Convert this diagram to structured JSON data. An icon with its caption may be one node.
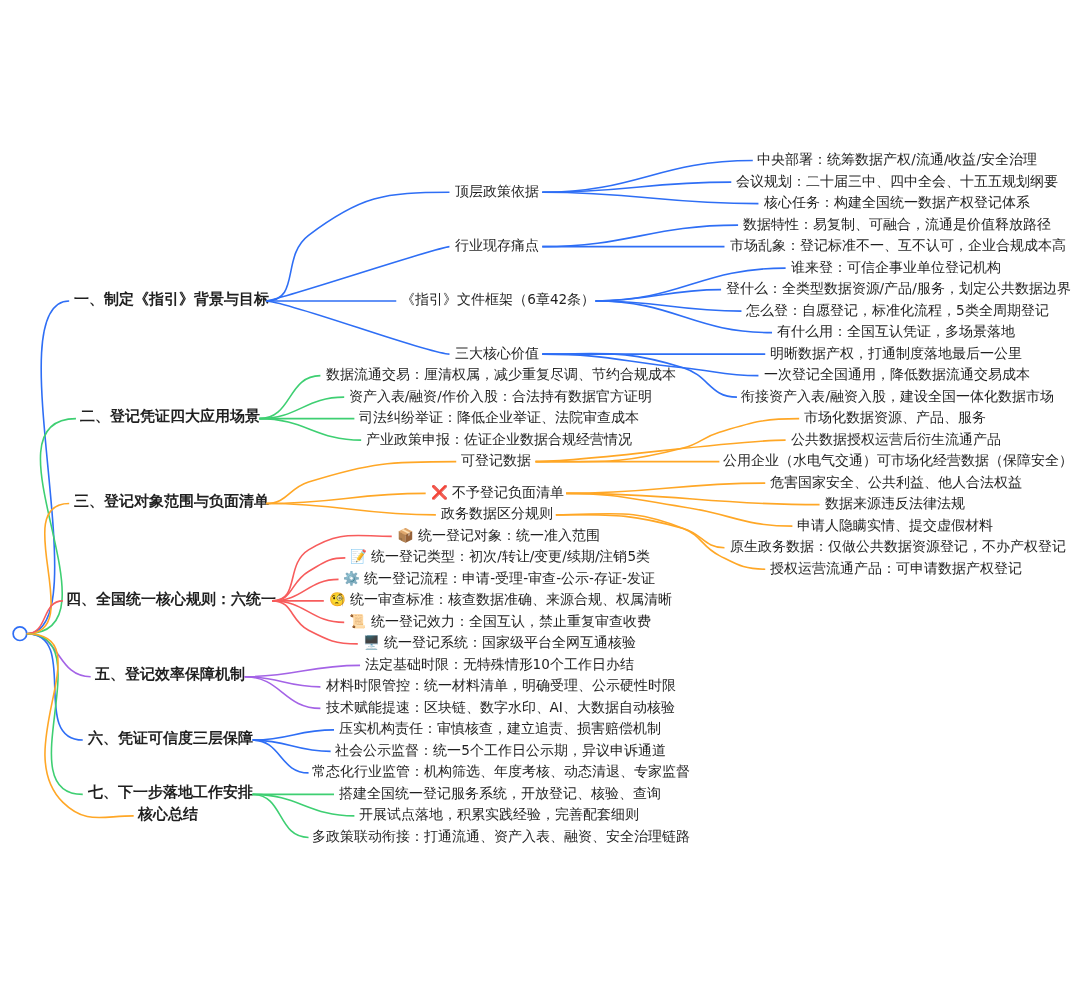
{
  "diagram": {
    "nodes": [
      {
        "text": [],
        "shape": "circle"
      },
      {
        "text": [
          "一、制定《指引》背景与目标"
        ]
      },
      {
        "text": [
          "顶层政策依据"
        ]
      },
      {
        "text": [
          "中央部署：统筹数据产权/流通/收益/安全治理"
        ]
      },
      {
        "text": [
          "会议规划：二十届三中、四中全会、十五五规划纲要"
        ]
      },
      {
        "text": [
          "核心任务：构建全国统一数据产权登记体系"
        ]
      },
      {
        "text": [
          "行业现存痛点"
        ]
      },
      {
        "text": [
          "数据特性：易复制、可融合，流通是价值释放路径"
        ]
      },
      {
        "text": [
          "市场乱象：登记标准不一、互不认可，企业合规成本高"
        ]
      },
      {
        "text": [
          "《指引》文件框架（6章42条）"
        ]
      },
      {
        "text": [
          "谁来登：可信企事业单位登记机构"
        ]
      },
      {
        "text": [
          "登什么：全类型数据资源/产品/服务，划定公共数据边界"
        ]
      },
      {
        "text": [
          "怎么登：自愿登记，标准化流程，5类全周期登记"
        ]
      },
      {
        "text": [
          "有什么用：全国互认凭证，多场景落地"
        ]
      },
      {
        "text": [
          "三大核心价值"
        ]
      },
      {
        "text": [
          "明晰数据产权，打通制度落地最后一公里"
        ]
      },
      {
        "text": [
          "一次登记全国通用，降低数据流通交易成本"
        ]
      },
      {
        "text": [
          "衔接资产入表/融资入股，建设全国一体化数据市场"
        ]
      },
      {
        "text": [
          "二、登记凭证四大应用场景"
        ]
      },
      {
        "text": [
          "数据流通交易：厘清权属，减少重复尽调、节约合规成本"
        ]
      },
      {
        "text": [
          "资产入表/融资/作价入股：合法持有数据官方证明"
        ]
      },
      {
        "text": [
          "司法纠纷举证：降低企业举证、法院审查成本"
        ]
      },
      {
        "text": [
          "产业政策申报：佐证企业数据合规经营情况"
        ]
      },
      {
        "text": [
          "三、登记对象范围与负面清单"
        ]
      },
      {
        "text": [
          "可登记数据"
        ]
      },
      {
        "text": [
          "市场化数据资源、产品、服务"
        ]
      },
      {
        "text": [
          "公共数据授权运营后衍生流通产品"
        ]
      },
      {
        "text": [
          "公用企业（水电气交通）可市场化经营数据（保障安全）"
        ]
      },
      {
        "text": [
          "❌ 不予登记负面清单"
        ]
      },
      {
        "text": [
          "危害国家安全、公共利益、他人合法权益"
        ]
      },
      {
        "text": [
          "数据来源违反法律法规"
        ]
      },
      {
        "text": [
          "申请人隐瞒实情、提交虚假材料"
        ]
      },
      {
        "text": [
          "政务数据区分规则"
        ]
      },
      {
        "text": [
          "原生政务数据：仅做公共数据资源登记，不办产权登记"
        ]
      },
      {
        "text": [
          "授权运营流通产品：可申请数据产权登记"
        ]
      },
      {
        "text": [
          "四、全国统一核心规则：六统一"
        ]
      },
      {
        "text": [
          "📦 统一登记对象：统一准入范围"
        ]
      },
      {
        "text": [
          "📝 统一登记类型：初次/转让/变更/续期/注销5类"
        ]
      },
      {
        "text": [
          "⚙️ 统一登记流程：申请-受理-审查-公示-存证-发证"
        ]
      },
      {
        "text": [
          "🧐 统一审查标准：核查数据准确、来源合规、权属清晰"
        ]
      },
      {
        "text": [
          "📜 统一登记效力：全国互认，禁止重复审查收费"
        ]
      },
      {
        "text": [
          "🖥️ 统一登记系统：国家级平台全网互通核验"
        ]
      },
      {
        "text": [
          "五、登记效率保障机制"
        ]
      },
      {
        "text": [
          "法定基础时限：无特殊情形10个工作日办结"
        ]
      },
      {
        "text": [
          "材料时限管控：统一材料清单，明确受理、公示硬性时限"
        ]
      },
      {
        "text": [
          "技术赋能提速：区块链、数字水印、AI、大数据自动核验"
        ]
      },
      {
        "text": [
          "六、凭证可信度三层保障"
        ]
      },
      {
        "text": [
          "压实机构责任：审慎核查，建立追责、损害赔偿机制"
        ]
      },
      {
        "text": [
          "社会公示监督：统一5个工作日公示期，异议申诉通道"
        ]
      },
      {
        "text": [
          "常态化行业监管：机构筛选、年度考核、动态清退、专家监督"
        ]
      },
      {
        "text": [
          "七、下一步落地工作安排"
        ]
      },
      {
        "text": [
          "搭建全国统一登记服务系统，开放登记、核验、查询"
        ]
      },
      {
        "text": [
          "开展试点落地，积累实践经验，完善配套细则"
        ]
      },
      {
        "text": [
          "多政策联动衔接：打通流通、资产入表、融资、安全治理链路"
        ]
      },
      {
        "text": [
          "核心总结"
        ]
      }
    ],
    "edges": [
      {
        "from": 0,
        "to": 1,
        "arrow": "none"
      },
      {
        "from": 1,
        "to": 2,
        "arrow": "none"
      },
      {
        "from": 2,
        "to": 3,
        "arrow": "none"
      },
      {
        "from": 2,
        "to": 4,
        "arrow": "none"
      },
      {
        "from": 2,
        "to": 5,
        "arrow": "none"
      },
      {
        "from": 1,
        "to": 6,
        "arrow": "none"
      },
      {
        "from": 6,
        "to": 7,
        "arrow": "none"
      },
      {
        "from": 6,
        "to": 8,
        "arrow": "none"
      },
      {
        "from": 1,
        "to": 9,
        "arrow": "none"
      },
      {
        "from": 9,
        "to": 10,
        "arrow": "none"
      },
      {
        "from": 9,
        "to": 11,
        "arrow": "none"
      },
      {
        "from": 9,
        "to": 12,
        "arrow": "none"
      },
      {
        "from": 9,
        "to": 13,
        "arrow": "none"
      },
      {
        "from": 1,
        "to": 14,
        "arrow": "none"
      },
      {
        "from": 14,
        "to": 15,
        "arrow": "none"
      },
      {
        "from": 14,
        "to": 16,
        "arrow": "none"
      },
      {
        "from": 14,
        "to": 17,
        "arrow": "none"
      },
      {
        "from": 0,
        "to": 18,
        "arrow": "none",
        "color": "#3ecf72"
      },
      {
        "from": 18,
        "to": 19,
        "arrow": "none",
        "color": "#3ecf72"
      },
      {
        "from": 18,
        "to": 20,
        "arrow": "none",
        "color": "#3ecf72"
      },
      {
        "from": 18,
        "to": 21,
        "arrow": "none",
        "color": "#3ecf72"
      },
      {
        "from": 18,
        "to": 22,
        "arrow": "none",
        "color": "#3ecf72"
      },
      {
        "from": 0,
        "to": 23,
        "arrow": "none",
        "color": "#ffa726"
      },
      {
        "from": 23,
        "to": 24,
        "arrow": "none",
        "color": "#ffa726"
      },
      {
        "from": 24,
        "to": 25,
        "arrow": "none",
        "color": "#ffa726"
      },
      {
        "from": 24,
        "to": 26,
        "arrow": "none",
        "color": "#ffa726"
      },
      {
        "from": 24,
        "to": 27,
        "arrow": "none",
        "color": "#ffa726"
      },
      {
        "from": 23,
        "to": 28,
        "arrow": "none",
        "color": "#ffa726"
      },
      {
        "from": 28,
        "to": 29,
        "arrow": "none",
        "color": "#ffa726"
      },
      {
        "from": 28,
        "to": 30,
        "arrow": "none",
        "color": "#ffa726"
      },
      {
        "from": 28,
        "to": 31,
        "arrow": "none",
        "color": "#ffa726"
      },
      {
        "from": 23,
        "to": 32,
        "arrow": "none",
        "color": "#ffa726"
      },
      {
        "from": 32,
        "to": 33,
        "arrow": "none",
        "color": "#ffa726"
      },
      {
        "from": 32,
        "to": 34,
        "arrow": "none",
        "color": "#ffa726"
      },
      {
        "from": 0,
        "to": 35,
        "arrow": "none",
        "color": "#f75c5c"
      },
      {
        "from": 35,
        "to": 36,
        "arrow": "none",
        "color": "#f75c5c"
      },
      {
        "from": 35,
        "to": 37,
        "arrow": "none",
        "color": "#f75c5c"
      },
      {
        "from": 35,
        "to": 38,
        "arrow": "none",
        "color": "#f75c5c"
      },
      {
        "from": 35,
        "to": 39,
        "arrow": "none",
        "color": "#f75c5c"
      },
      {
        "from": 35,
        "to": 40,
        "arrow": "none",
        "color": "#f75c5c"
      },
      {
        "from": 35,
        "to": 41,
        "arrow": "none",
        "color": "#f75c5c"
      },
      {
        "from": 0,
        "to": 42,
        "arrow": "none",
        "color": "#a463e6"
      },
      {
        "from": 42,
        "to": 43,
        "arrow": "none",
        "color": "#a463e6"
      },
      {
        "from": 42,
        "to": 44,
        "arrow": "none",
        "color": "#a463e6"
      },
      {
        "from": 42,
        "to": 45,
        "arrow": "none",
        "color": "#a463e6"
      },
      {
        "from": 0,
        "to": 46,
        "arrow": "none"
      },
      {
        "from": 46,
        "to": 47,
        "arrow": "none"
      },
      {
        "from": 46,
        "to": 48,
        "arrow": "none"
      },
      {
        "from": 46,
        "to": 49,
        "arrow": "none"
      },
      {
        "from": 0,
        "to": 50,
        "arrow": "none",
        "color": "#3ecf72"
      },
      {
        "from": 50,
        "to": 51,
        "arrow": "none",
        "color": "#3ecf72"
      },
      {
        "from": 50,
        "to": 52,
        "arrow": "none",
        "color": "#3ecf72"
      },
      {
        "from": 50,
        "to": 53,
        "arrow": "none",
        "color": "#3ecf72"
      },
      {
        "from": 0,
        "to": 54,
        "arrow": "none",
        "color": "#ffa726"
      }
    ]
  }
}
